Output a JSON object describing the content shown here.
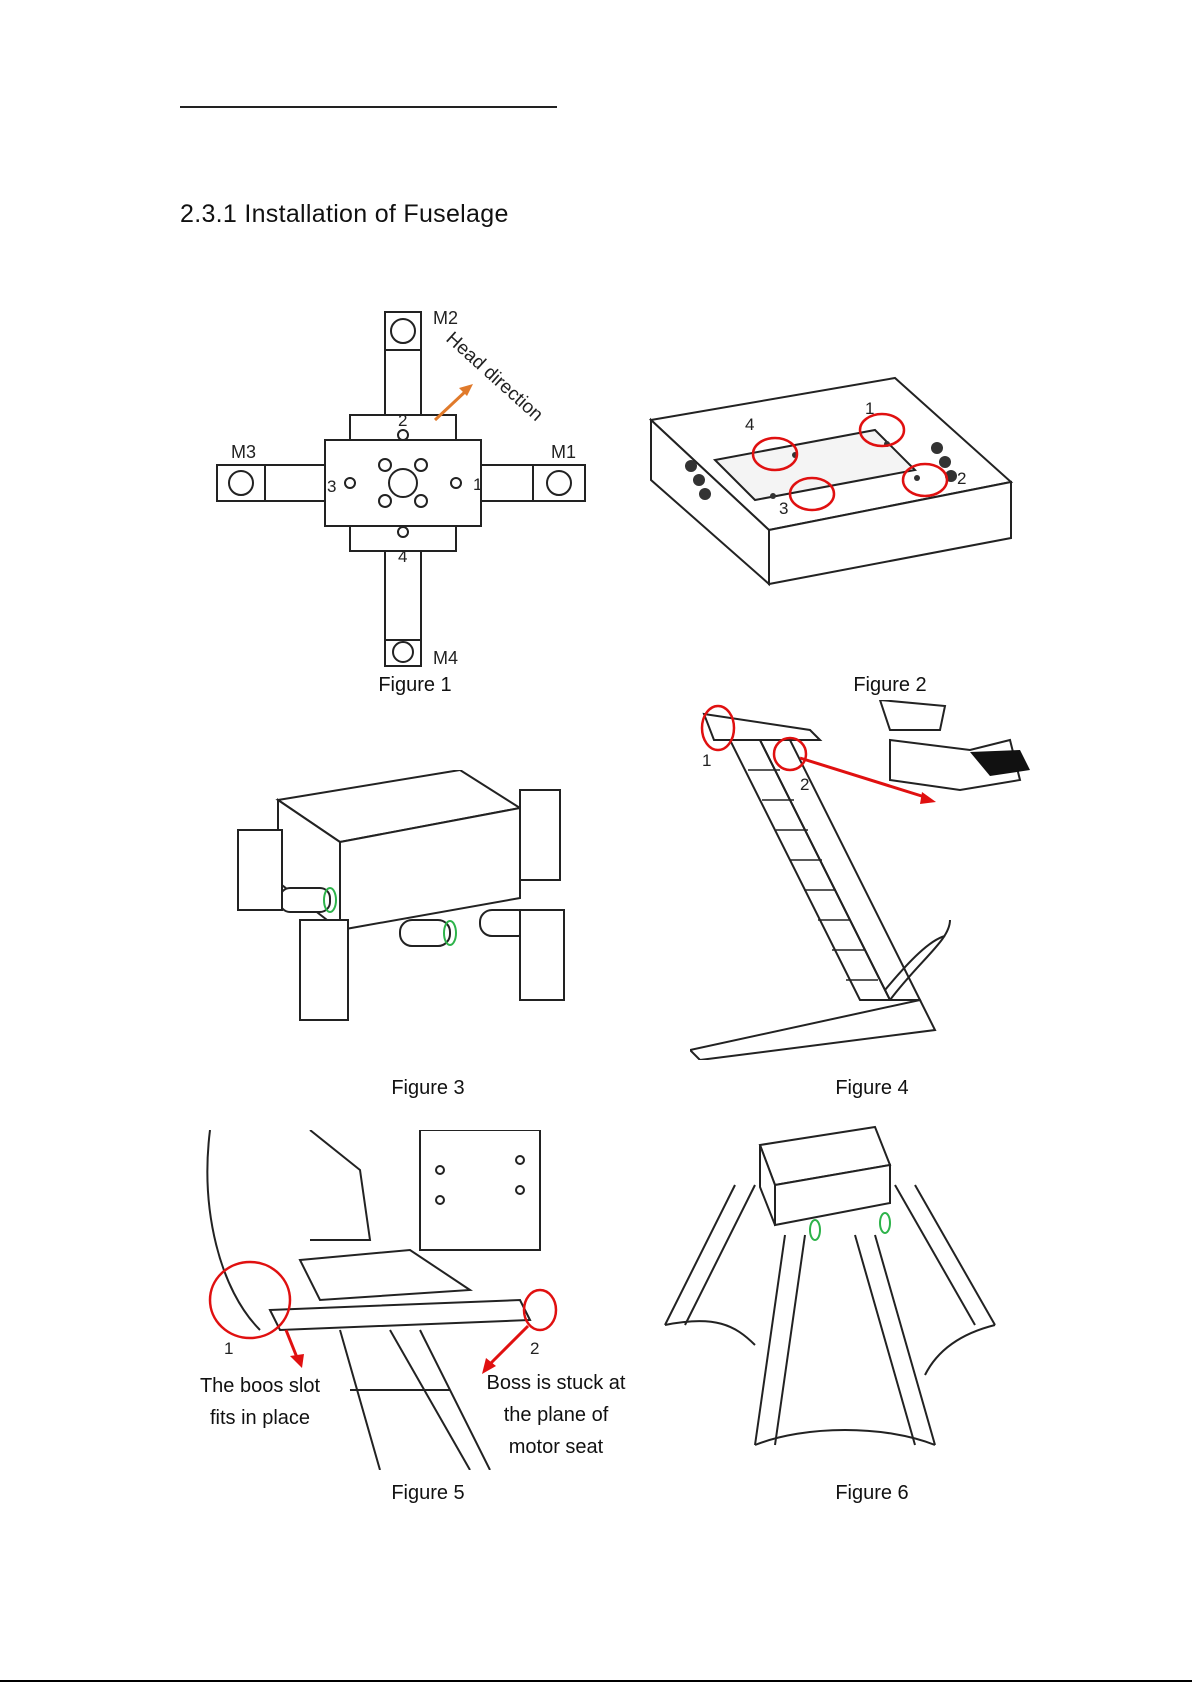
{
  "section": {
    "title": "2.3.1 Installation of Fuselage"
  },
  "figures": [
    {
      "caption": "Figure 1",
      "labels": [
        "M2",
        "M3",
        "M1",
        "M4",
        "Head direction",
        "1",
        "2",
        "3",
        "4"
      ]
    },
    {
      "caption": "Figure 2",
      "labels": [
        "1",
        "2",
        "3",
        "4"
      ]
    },
    {
      "caption": "Figure 3"
    },
    {
      "caption": "Figure 4",
      "labels": [
        "1",
        "2"
      ]
    },
    {
      "caption": "Figure 5",
      "labels": [
        "1",
        "2"
      ],
      "notes": {
        "left_line1": "The boos slot",
        "left_line2": "fits in place",
        "right_line1": "Boss is stuck at",
        "right_line2": "the plane of",
        "right_line3": "motor seat"
      }
    },
    {
      "caption": "Figure 6"
    }
  ],
  "colors": {
    "arrow_orange": "#e07a2b",
    "highlight_red": "#e01010"
  }
}
